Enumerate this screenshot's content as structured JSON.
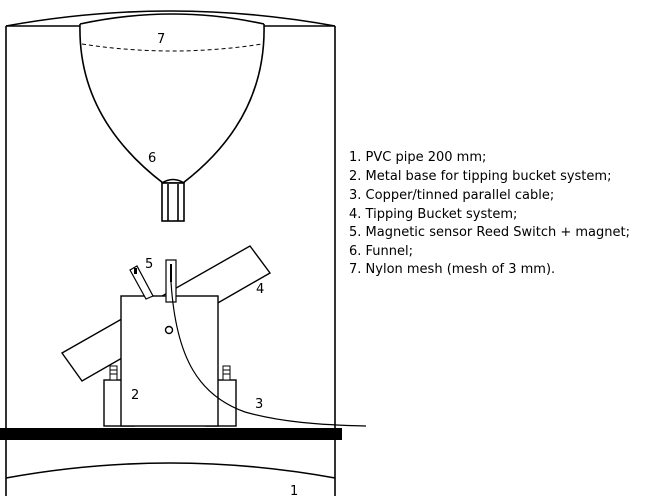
{
  "diagram": {
    "callouts": {
      "pipe": "1",
      "base": "2",
      "cable": "3",
      "bucket": "4",
      "sensor": "5",
      "funnel": "6",
      "mesh": "7"
    },
    "legend": [
      "1. PVC pipe 200 mm;",
      "2. Metal base for tipping bucket system;",
      "3. Copper/tinned parallel cable;",
      "4. Tipping Bucket system;",
      "5. Magnetic sensor Reed Switch + magnet;",
      "6. Funnel;",
      "7. Nylon mesh (mesh of 3 mm)."
    ]
  }
}
